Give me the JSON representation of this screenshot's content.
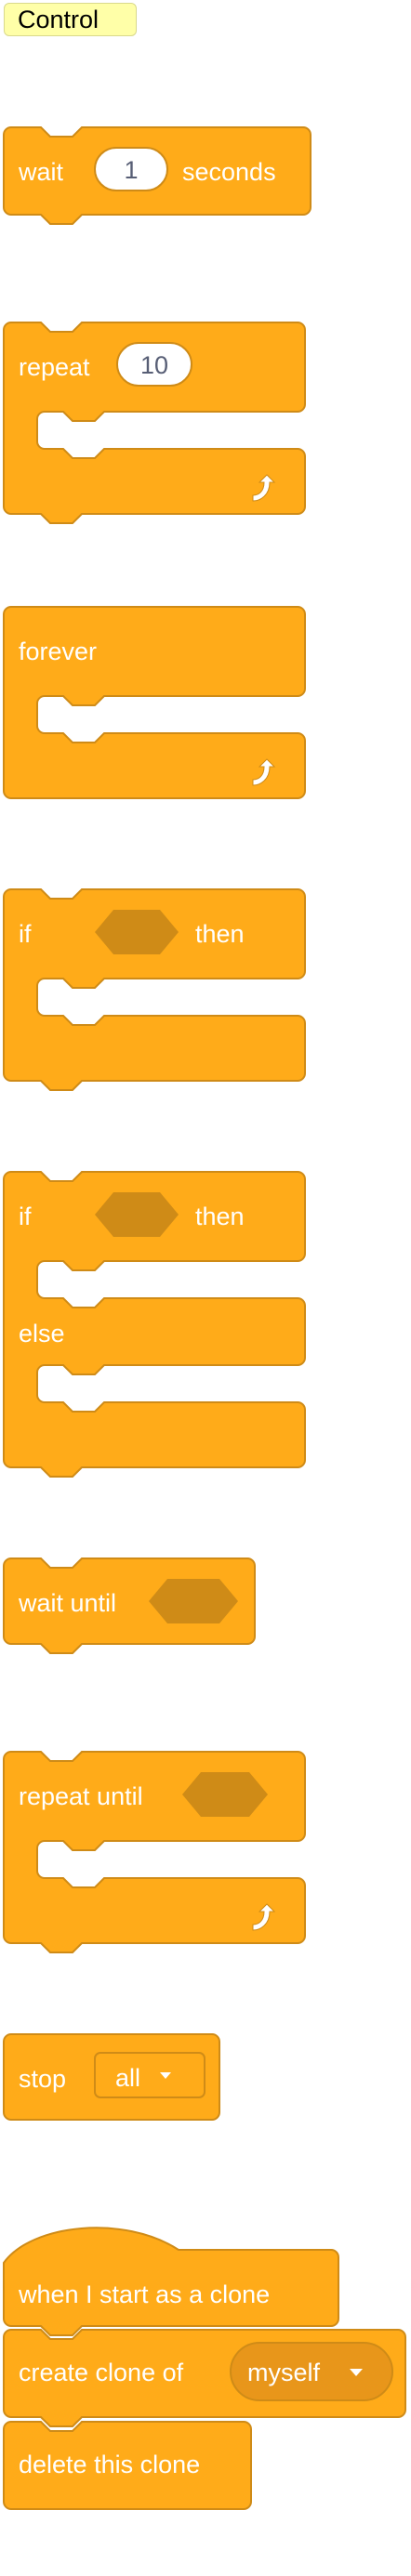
{
  "category": "Control",
  "blocks": {
    "wait": {
      "text1": "wait",
      "value": "1",
      "text2": "seconds"
    },
    "repeat": {
      "text": "repeat",
      "value": "10"
    },
    "forever": {
      "text": "forever"
    },
    "if_then": {
      "text1": "if",
      "text2": "then"
    },
    "if_else": {
      "text1": "if",
      "text2": "then",
      "text3": "else"
    },
    "wait_until": {
      "text": "wait until"
    },
    "repeat_until": {
      "text": "repeat until"
    },
    "stop": {
      "text": "stop",
      "option": "all"
    },
    "when_clone": {
      "text": "when I start as a clone"
    },
    "create_clone": {
      "text": "create clone of",
      "option": "myself"
    },
    "delete_clone": {
      "text": "delete this clone"
    }
  },
  "colors": {
    "control": "#ffab19",
    "control_dark": "#cf8b17",
    "label_bg": "#ffffa8"
  },
  "icons": [
    "loop-arrow-icon",
    "dropdown-arrow-icon"
  ]
}
